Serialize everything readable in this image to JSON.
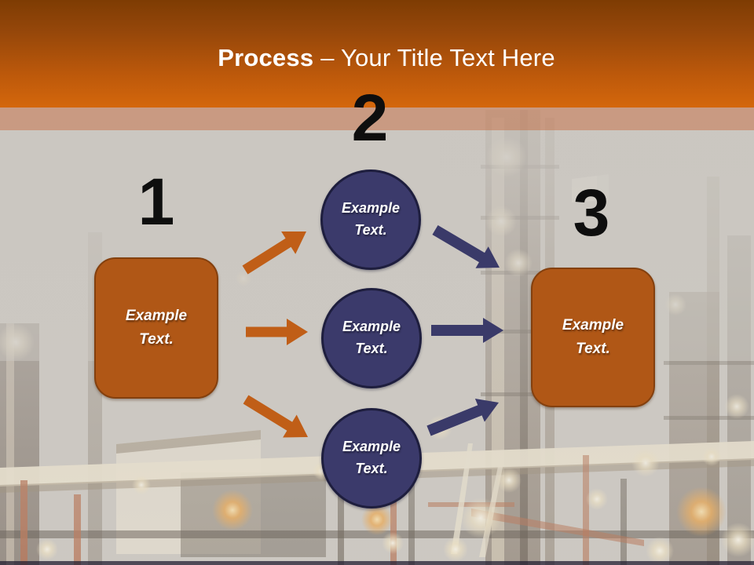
{
  "title": {
    "bold": "Process",
    "rest": "– Your Title Text Here"
  },
  "steps": [
    {
      "number": "1",
      "shape": "rounded-rectangle",
      "label": "Example Text."
    },
    {
      "number": "2",
      "shape": "circle-group",
      "labels": [
        "Example Text.",
        "Example Text.",
        "Example Text."
      ]
    },
    {
      "number": "3",
      "shape": "rounded-rectangle",
      "label": "Example Text."
    }
  ],
  "background": {
    "photo": "oil-refinery-at-night-faded"
  },
  "colors": {
    "header_gradient_top": "#7e3c03",
    "header_gradient_bottom": "#d4670c",
    "accent_band": "#cf9e8b",
    "canvas_gray": "#cbc7c1",
    "title_text": "#ffffff",
    "number_text": "#0e0e0e",
    "box_fill": "#b05716",
    "box_border": "#84400e",
    "circle_fill": "#3b3a6b",
    "circle_border": "#1e1e3e",
    "arrow_orange": "#c05e17",
    "arrow_navy": "#3a3a69",
    "shape_label_text": "#ffffff"
  }
}
